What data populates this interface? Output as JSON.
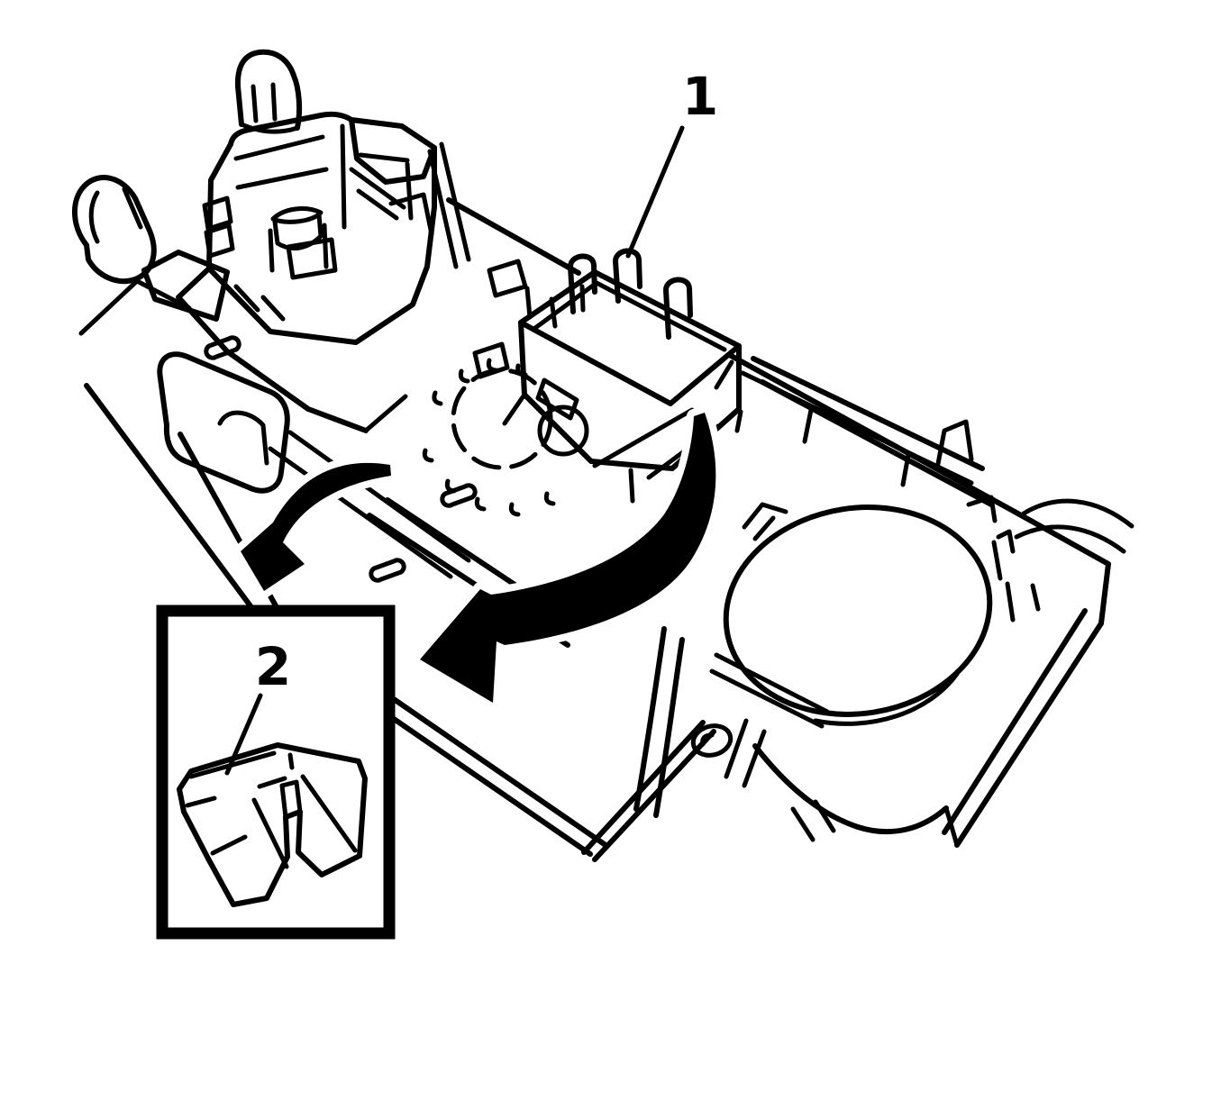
{
  "illustration": {
    "type": "technical-line-art",
    "background_color": "#ffffff",
    "line_color": "#000000",
    "callouts": [
      {
        "label": "1"
      },
      {
        "label": "2"
      }
    ]
  }
}
